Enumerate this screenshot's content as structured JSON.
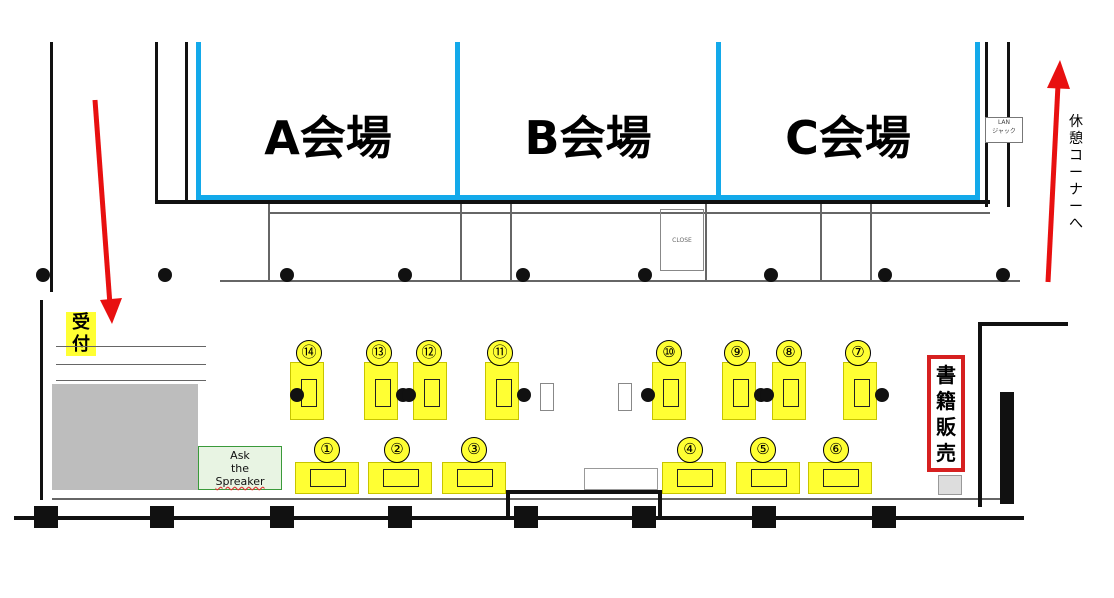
{
  "halls": [
    {
      "id": "A",
      "label": "A会場"
    },
    {
      "id": "B",
      "label": "B会場"
    },
    {
      "id": "C",
      "label": "C会場"
    }
  ],
  "reception": [
    "受",
    "付"
  ],
  "ask_the_speaker": [
    "Ask",
    "the",
    "Spreaker"
  ],
  "book_sales": [
    "書",
    "籍",
    "販",
    "売"
  ],
  "rest_corner": [
    "休",
    "憩",
    "コ",
    "ー",
    "ナ",
    "ー",
    "へ"
  ],
  "lan_label": [
    "LAN",
    "ジャック"
  ],
  "close_label": "CLOSE",
  "booth_numbers": [
    "①",
    "②",
    "③",
    "④",
    "⑤",
    "⑥",
    "⑦",
    "⑧",
    "⑨",
    "⑩",
    "⑪",
    "⑫",
    "⑬",
    "⑭"
  ],
  "colors": {
    "hall_border": "#13a9ea",
    "booth_fill": "#ffff33",
    "arrow": "#e81010",
    "book_border": "#d62020"
  }
}
